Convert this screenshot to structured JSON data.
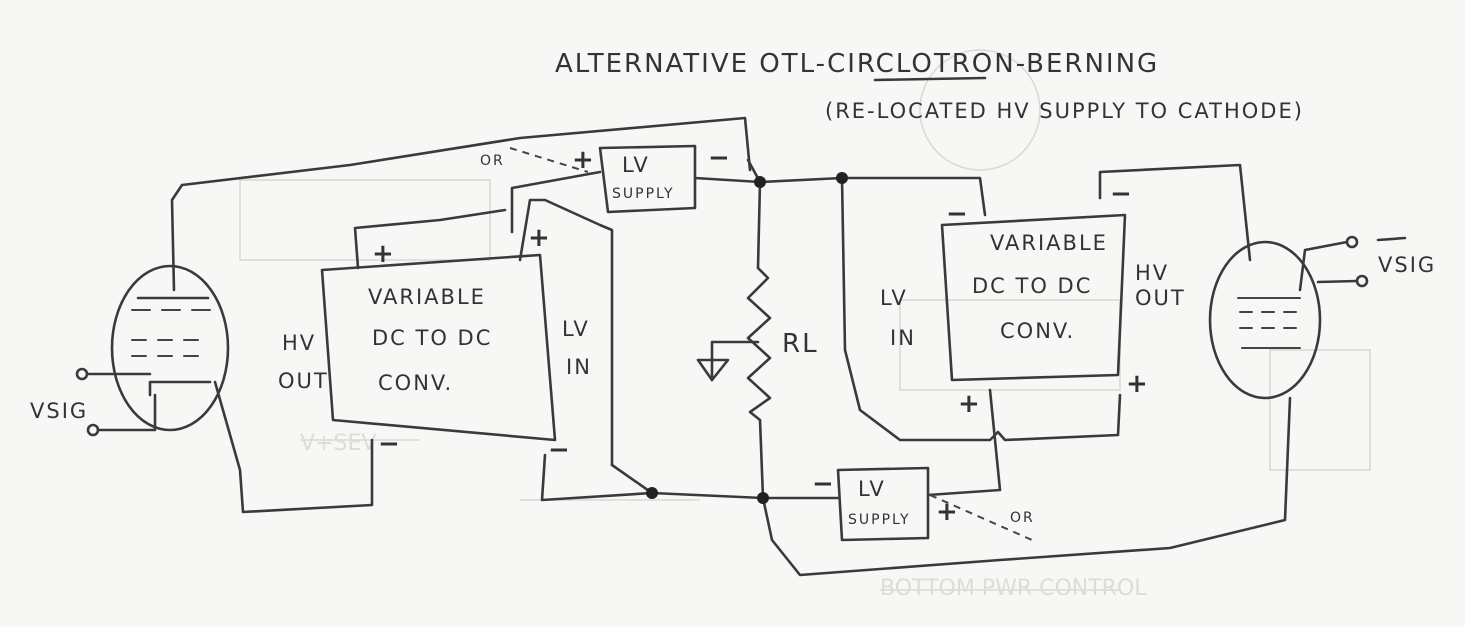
{
  "title": "ALTERNATIVE OTL-CIRCLOTRON-BERNING",
  "subtitle": "(RE-LOCATED HV SUPPLY TO CATHODE)",
  "left_converter": {
    "line1": "VARIABLE",
    "line2": "DC TO DC",
    "line3": "CONV."
  },
  "right_converter": {
    "line1": "VARIABLE",
    "line2": "DC TO DC",
    "line3": "CONV."
  },
  "left_hv_out": {
    "line1": "HV",
    "line2": "OUT"
  },
  "left_lv_in": {
    "line1": "LV",
    "line2": "IN"
  },
  "right_lv_in": {
    "line1": "LV",
    "line2": "IN"
  },
  "right_hv_out": {
    "line1": "HV",
    "line2": "OUT"
  },
  "top_supply": {
    "line1": "LV",
    "line2": "SUPPLY"
  },
  "bottom_supply": {
    "line1": "LV",
    "line2": "SUPPLY"
  },
  "load_label": "RL",
  "or_top": "OR",
  "or_bottom": "OR",
  "vsig_left": "VSIG",
  "vsig_right": "VSIG",
  "signs": {
    "plus": "+",
    "minus": "−"
  }
}
